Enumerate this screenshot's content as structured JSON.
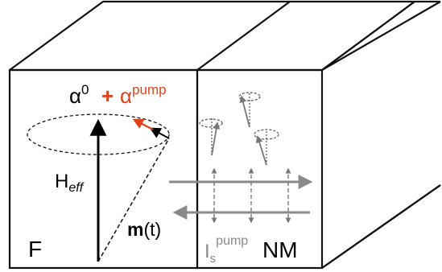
{
  "labels": {
    "alpha_base": "α",
    "alpha_base_sup": "0",
    "plus": "+",
    "alpha_pump": "α",
    "alpha_pump_sup": "pump",
    "h_eff_main": "H",
    "h_eff_sub": "eff",
    "m_vec_bold": "m",
    "m_vec_arg": "(t)",
    "ferromagnet": "F",
    "normal_metal": "NM",
    "spin_current_main": "I",
    "spin_current_sub": "s",
    "spin_current_sup": "pump"
  },
  "colors": {
    "outline": "#111111",
    "text": "#000000",
    "accent": "#e0431b",
    "arrow_gray": "#8a8a8a",
    "spin_gray": "#777777",
    "dashed": "#555555"
  }
}
